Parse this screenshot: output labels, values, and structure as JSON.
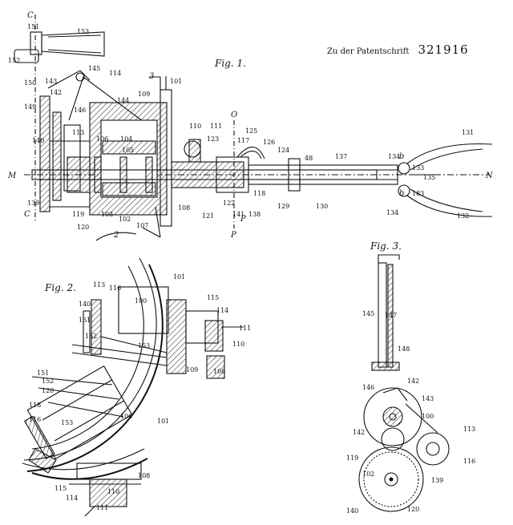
{
  "header": {
    "text": "Zu der Patentschrift",
    "number": "321916"
  },
  "colors": {
    "ink": "#111111",
    "hatch": "#333333",
    "paper": "#ffffff"
  },
  "figures": {
    "fig1": {
      "title": "Fig. 1.",
      "section_labels": [
        "C",
        "C",
        "M",
        "N",
        "O",
        "P",
        "P",
        "b",
        "b",
        "3",
        "2"
      ],
      "labels": [
        "151",
        "153",
        "152",
        "145",
        "114",
        "150",
        "143",
        "101",
        "109",
        "144",
        "142",
        "146",
        "149",
        "110",
        "111",
        "123",
        "125",
        "117",
        "126",
        "124",
        "48",
        "137",
        "134",
        "131",
        "133",
        "135",
        "106",
        "104",
        "113",
        "105",
        "140",
        "141",
        "139",
        "119",
        "120",
        "103",
        "102",
        "107",
        "108",
        "122",
        "121",
        "138",
        "118",
        "129",
        "130",
        "183",
        "132",
        "134"
      ]
    },
    "fig2": {
      "title": "Fig. 2.",
      "labels": [
        "101",
        "113",
        "116",
        "100",
        "115",
        "114",
        "111",
        "140",
        "151",
        "110",
        "152",
        "153",
        "109",
        "108",
        "151",
        "152",
        "120",
        "118",
        "116",
        "153",
        "100",
        "101",
        "108",
        "110",
        "115",
        "114",
        "111"
      ]
    },
    "fig3": {
      "title": "Fig. 3.",
      "labels": [
        "145",
        "147",
        "148",
        "146",
        "142",
        "143",
        "100",
        "142",
        "113",
        "116",
        "119",
        "102",
        "139",
        "140",
        "120"
      ]
    }
  }
}
